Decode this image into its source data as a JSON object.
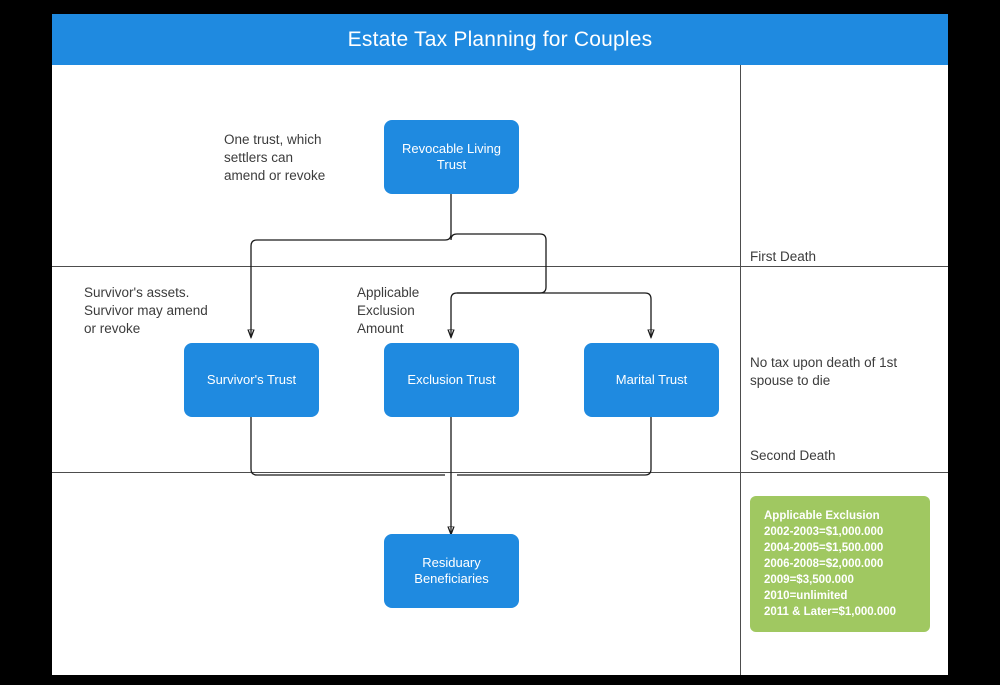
{
  "header": {
    "title": "Estate Tax Planning for Couples"
  },
  "notes": {
    "revocable_note": "One trust, which\nsettlers can\namend or revoke",
    "survivor_note": "Survivor's assets.\nSurvivor may amend\nor revoke",
    "exclusion_note": "Applicable\nExclusion\nAmount"
  },
  "nodes": {
    "revocable_living_trust": "Revocable Living\nTrust",
    "survivors_trust": "Survivor's Trust",
    "exclusion_trust": "Exclusion Trust",
    "marital_trust": "Marital Trust",
    "residuary_beneficiaries": "Residuary\nBeneficiaries"
  },
  "phases": {
    "first_death": "First Death",
    "no_tax": "No tax upon death of 1st\nspouse to die",
    "second_death": "Second Death"
  },
  "legend": {
    "title": "Applicable Exclusion",
    "rows": [
      "2002-2003=$1,000.000",
      "2004-2005=$1,500.000",
      "2006-2008=$2,000.000",
      "2009=$3,500.000",
      "2010=unlimited",
      "2011 & Later=$1,000.000"
    ]
  },
  "colors": {
    "node_blue": "#1f8ae0",
    "header_blue": "#1f8ae0",
    "legend_green": "#a0c861",
    "line_gray": "#4d4d4d",
    "text_gray": "#3c3c3c",
    "page_white": "#ffffff",
    "backdrop_black": "#000000"
  }
}
